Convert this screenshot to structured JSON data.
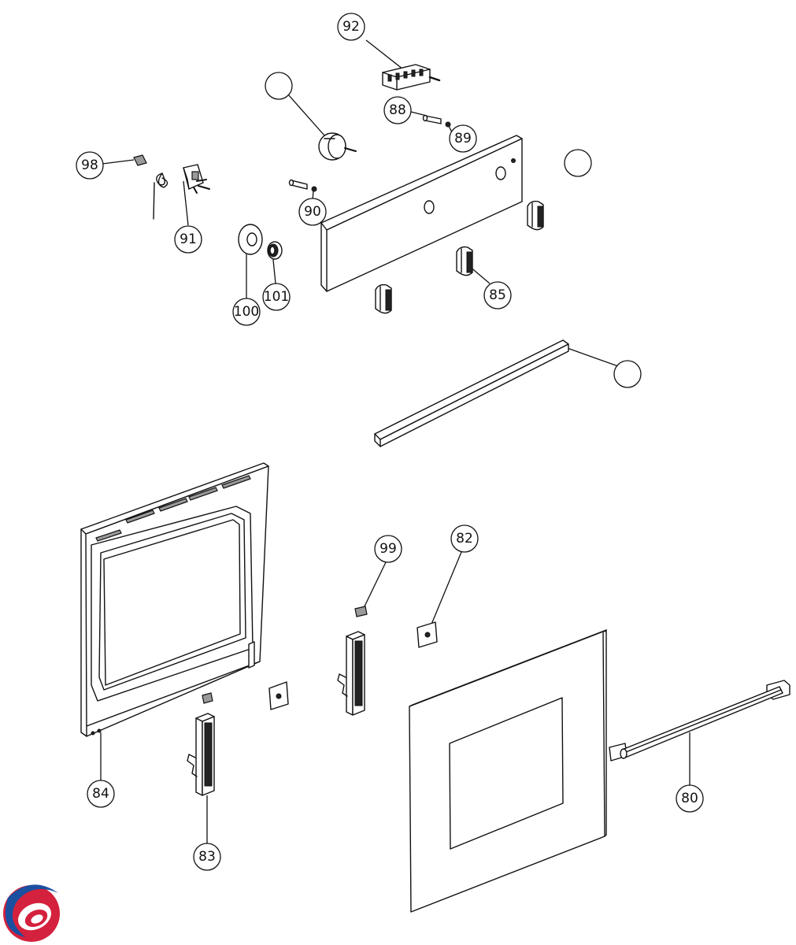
{
  "callouts": {
    "c92": "92",
    "c88": "88",
    "c89": "89",
    "c98": "98",
    "c91": "91",
    "c90": "90",
    "c100": "100",
    "c101": "101",
    "c85": "85",
    "c99": "99",
    "c82": "82",
    "c84": "84",
    "c83": "83",
    "c80": "80",
    "blank_upper": "",
    "blank_right": "",
    "blank_rail": ""
  },
  "logo": {
    "icon": "swirl-logo-icon",
    "colors": [
      "#d4213d",
      "#1b4fa0",
      "#ffffff"
    ]
  },
  "colors": {
    "line": "#111111",
    "background": "#ffffff"
  }
}
